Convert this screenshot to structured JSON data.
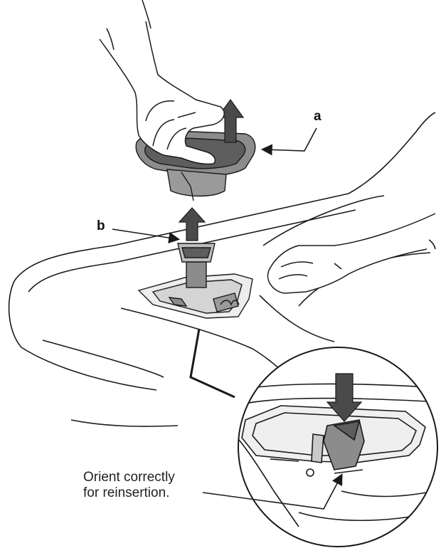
{
  "callouts": {
    "a": "a",
    "b": "b"
  },
  "note": {
    "line1": "Orient correctly",
    "line2": "for reinsertion."
  },
  "colors": {
    "line": "#1a1a1a",
    "dark_gray": "#5e5e5e",
    "mid_gray": "#8c8c8c",
    "light_gray": "#c9c9c9"
  },
  "icons": [
    "hand-icon",
    "up-arrow-icon",
    "down-arrow-icon",
    "leader-arrow-icon"
  ]
}
